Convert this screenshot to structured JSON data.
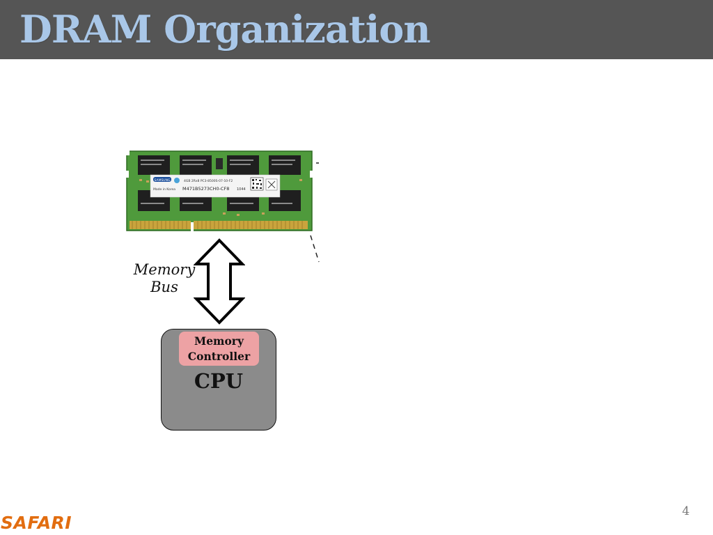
{
  "slide": {
    "title": "DRAM Organization",
    "page_number": "4",
    "brand": "SAFARI"
  },
  "diagram": {
    "bus_label_line1": "Memory",
    "bus_label_line2": "Bus",
    "memory_controller_line1": "Memory",
    "memory_controller_line2": "Controller",
    "cpu_label": "CPU"
  },
  "dimm_module": {
    "brand_text": "SAMSUNG",
    "spec_text": "4GB 2Rx8 PC3-8500S-07-10-F2",
    "part_number": "M471B5273CH0-CF8",
    "origin_text": "Made in Korea",
    "lot_code": "1044"
  },
  "colors": {
    "title_bar": "#555555",
    "title_text": "#a9c7e8",
    "cpu_fill": "#8b8b8b",
    "controller_fill": "#eda2a4",
    "brand": "#e26d10",
    "pcb_green": "#4f9a3c"
  }
}
